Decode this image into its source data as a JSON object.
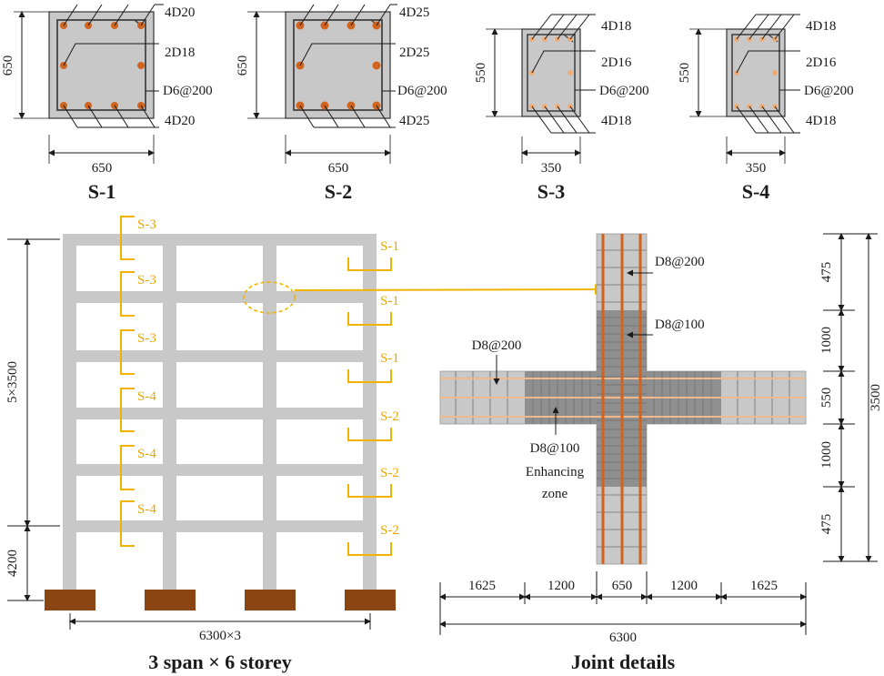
{
  "sections": [
    {
      "id": "s1",
      "title": "S-1",
      "width": "650",
      "height": "650",
      "top": "4D20",
      "middle": "2D18",
      "stirrup": "D6@200",
      "bottom": "4D20"
    },
    {
      "id": "s2",
      "title": "S-2",
      "width": "650",
      "height": "650",
      "top": "4D25",
      "middle": "2D25",
      "stirrup": "D6@200",
      "bottom": "4D25"
    },
    {
      "id": "s3",
      "title": "S-3",
      "width": "350",
      "height": "550",
      "top": "4D18",
      "middle": "2D16",
      "stirrup": "D6@200",
      "bottom": "4D18"
    },
    {
      "id": "s4",
      "title": "S-4",
      "width": "350",
      "height": "550",
      "top": "4D18",
      "middle": "2D16",
      "stirrup": "D6@200",
      "bottom": "4D18"
    }
  ],
  "frame": {
    "caption": "3 span × 6 storey",
    "span_dim": "6300×3",
    "height_dim": "5×3500",
    "ground_dim": "4200",
    "left_tags": [
      "S-3",
      "S-3",
      "S-3",
      "S-4",
      "S-4",
      "S-4"
    ],
    "right_tags": [
      "S-1",
      "S-1",
      "S-1",
      "S-2",
      "S-2",
      "S-2"
    ]
  },
  "joint": {
    "caption": "Joint details",
    "col_stirrup": "D8@200",
    "col_dense": "D8@100",
    "beam_stirrup": "D8@200",
    "beam_dense": "D8@100",
    "zone_line1": "Enhancing",
    "zone_line2": "zone",
    "h_dims": [
      "1625",
      "1200",
      "650",
      "1200",
      "1625"
    ],
    "h_total": "6300",
    "v_dims": [
      "475",
      "1000",
      "550",
      "1000",
      "475"
    ],
    "v_total": "3500"
  },
  "colors": {
    "concrete": "#c8c8c8",
    "dense": "#8f8f8f",
    "rebar": "#d0641e",
    "footing": "#8b4513",
    "section_tag": "#f0b400"
  }
}
